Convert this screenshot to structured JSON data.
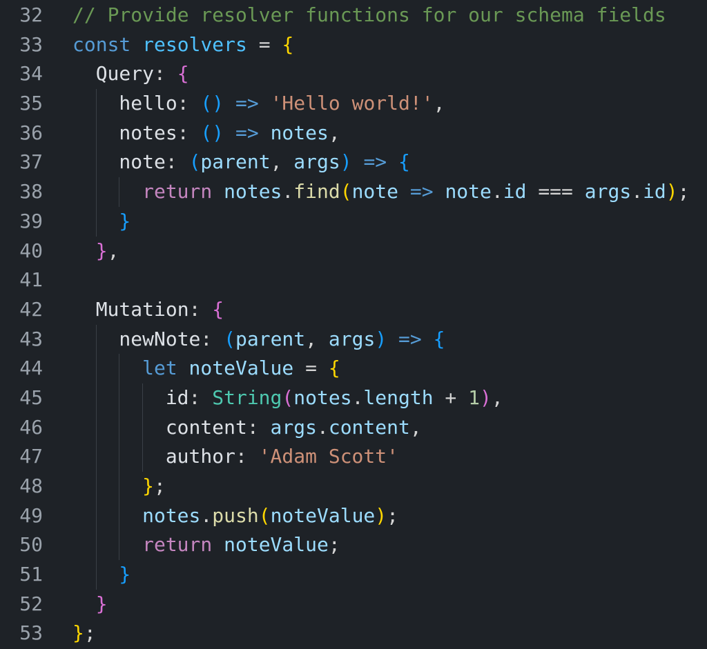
{
  "app": {
    "name": "code-editor"
  },
  "editor": {
    "colors": {
      "background": "#1e2227",
      "line_number": "#9aa2ab",
      "indent_guide": "#3a4047",
      "default_text": "#d4d4d4"
    },
    "palette": {
      "default": "#d4d4d4",
      "comment": "#6A9955",
      "keyword": "#569CD6",
      "control": "#C586C0",
      "string": "#CE9178",
      "function": "#DCDCAA",
      "class": "#4EC9B0",
      "variable": "#9CDCFE",
      "constvar": "#4FC1FF",
      "property": "#dde1e6",
      "number": "#B5CEA8",
      "bracket1": "#FFD700",
      "bracket2": "#DA70D6",
      "bracket3": "#179FFF"
    },
    "lines": [
      {
        "num": "32",
        "indent": 0,
        "tokens": [
          [
            "// Provide resolver functions for our schema fields",
            "comment"
          ]
        ]
      },
      {
        "num": "33",
        "indent": 0,
        "tokens": [
          [
            "const",
            "keyword"
          ],
          [
            " ",
            "default"
          ],
          [
            "resolvers",
            "constvar"
          ],
          [
            " = ",
            "default"
          ],
          [
            "{",
            "bracket1"
          ]
        ]
      },
      {
        "num": "34",
        "indent": 1,
        "tokens": [
          [
            "Query",
            "property"
          ],
          [
            ": ",
            "default"
          ],
          [
            "{",
            "bracket2"
          ]
        ]
      },
      {
        "num": "35",
        "indent": 2,
        "tokens": [
          [
            "hello",
            "property"
          ],
          [
            ": ",
            "default"
          ],
          [
            "()",
            "bracket3"
          ],
          [
            " ",
            "default"
          ],
          [
            "=>",
            "keyword"
          ],
          [
            " ",
            "default"
          ],
          [
            "'Hello world!'",
            "string"
          ],
          [
            ",",
            "default"
          ]
        ]
      },
      {
        "num": "36",
        "indent": 2,
        "tokens": [
          [
            "notes",
            "property"
          ],
          [
            ": ",
            "default"
          ],
          [
            "()",
            "bracket3"
          ],
          [
            " ",
            "default"
          ],
          [
            "=>",
            "keyword"
          ],
          [
            " ",
            "default"
          ],
          [
            "notes",
            "variable"
          ],
          [
            ",",
            "default"
          ]
        ]
      },
      {
        "num": "37",
        "indent": 2,
        "tokens": [
          [
            "note",
            "property"
          ],
          [
            ": ",
            "default"
          ],
          [
            "(",
            "bracket3"
          ],
          [
            "parent",
            "variable"
          ],
          [
            ", ",
            "default"
          ],
          [
            "args",
            "variable"
          ],
          [
            ")",
            "bracket3"
          ],
          [
            " ",
            "default"
          ],
          [
            "=>",
            "keyword"
          ],
          [
            " ",
            "default"
          ],
          [
            "{",
            "bracket3"
          ]
        ]
      },
      {
        "num": "38",
        "indent": 3,
        "tokens": [
          [
            "return",
            "control"
          ],
          [
            " ",
            "default"
          ],
          [
            "notes",
            "variable"
          ],
          [
            ".",
            "default"
          ],
          [
            "find",
            "function"
          ],
          [
            "(",
            "bracket1"
          ],
          [
            "note",
            "variable"
          ],
          [
            " ",
            "default"
          ],
          [
            "=>",
            "keyword"
          ],
          [
            " ",
            "default"
          ],
          [
            "note",
            "variable"
          ],
          [
            ".",
            "default"
          ],
          [
            "id",
            "variable"
          ],
          [
            " ",
            "default"
          ],
          [
            "===",
            "default"
          ],
          [
            " ",
            "default"
          ],
          [
            "args",
            "variable"
          ],
          [
            ".",
            "default"
          ],
          [
            "id",
            "variable"
          ],
          [
            ")",
            "bracket1"
          ],
          [
            ";",
            "default"
          ]
        ]
      },
      {
        "num": "39",
        "indent": 2,
        "tokens": [
          [
            "}",
            "bracket3"
          ]
        ]
      },
      {
        "num": "40",
        "indent": 1,
        "tokens": [
          [
            "}",
            "bracket2"
          ],
          [
            ",",
            "default"
          ]
        ]
      },
      {
        "num": "41",
        "indent": 0,
        "tokens": []
      },
      {
        "num": "42",
        "indent": 1,
        "tokens": [
          [
            "Mutation",
            "property"
          ],
          [
            ": ",
            "default"
          ],
          [
            "{",
            "bracket2"
          ]
        ]
      },
      {
        "num": "43",
        "indent": 2,
        "tokens": [
          [
            "newNote",
            "property"
          ],
          [
            ": ",
            "default"
          ],
          [
            "(",
            "bracket3"
          ],
          [
            "parent",
            "variable"
          ],
          [
            ", ",
            "default"
          ],
          [
            "args",
            "variable"
          ],
          [
            ")",
            "bracket3"
          ],
          [
            " ",
            "default"
          ],
          [
            "=>",
            "keyword"
          ],
          [
            " ",
            "default"
          ],
          [
            "{",
            "bracket3"
          ]
        ]
      },
      {
        "num": "44",
        "indent": 3,
        "tokens": [
          [
            "let",
            "keyword"
          ],
          [
            " ",
            "default"
          ],
          [
            "noteValue",
            "variable"
          ],
          [
            " = ",
            "default"
          ],
          [
            "{",
            "bracket1"
          ]
        ]
      },
      {
        "num": "45",
        "indent": 4,
        "tokens": [
          [
            "id",
            "property"
          ],
          [
            ": ",
            "default"
          ],
          [
            "String",
            "class"
          ],
          [
            "(",
            "bracket2"
          ],
          [
            "notes",
            "variable"
          ],
          [
            ".",
            "default"
          ],
          [
            "length",
            "variable"
          ],
          [
            " + ",
            "default"
          ],
          [
            "1",
            "number"
          ],
          [
            ")",
            "bracket2"
          ],
          [
            ",",
            "default"
          ]
        ]
      },
      {
        "num": "46",
        "indent": 4,
        "tokens": [
          [
            "content",
            "property"
          ],
          [
            ": ",
            "default"
          ],
          [
            "args",
            "variable"
          ],
          [
            ".",
            "default"
          ],
          [
            "content",
            "variable"
          ],
          [
            ",",
            "default"
          ]
        ]
      },
      {
        "num": "47",
        "indent": 4,
        "tokens": [
          [
            "author",
            "property"
          ],
          [
            ": ",
            "default"
          ],
          [
            "'Adam Scott'",
            "string"
          ]
        ]
      },
      {
        "num": "48",
        "indent": 3,
        "tokens": [
          [
            "}",
            "bracket1"
          ],
          [
            ";",
            "default"
          ]
        ]
      },
      {
        "num": "49",
        "indent": 3,
        "tokens": [
          [
            "notes",
            "variable"
          ],
          [
            ".",
            "default"
          ],
          [
            "push",
            "function"
          ],
          [
            "(",
            "bracket1"
          ],
          [
            "noteValue",
            "variable"
          ],
          [
            ")",
            "bracket1"
          ],
          [
            ";",
            "default"
          ]
        ]
      },
      {
        "num": "50",
        "indent": 3,
        "tokens": [
          [
            "return",
            "control"
          ],
          [
            " ",
            "default"
          ],
          [
            "noteValue",
            "variable"
          ],
          [
            ";",
            "default"
          ]
        ]
      },
      {
        "num": "51",
        "indent": 2,
        "tokens": [
          [
            "}",
            "bracket3"
          ]
        ]
      },
      {
        "num": "52",
        "indent": 1,
        "tokens": [
          [
            "}",
            "bracket2"
          ]
        ]
      },
      {
        "num": "53",
        "indent": 0,
        "tokens": [
          [
            "}",
            "bracket1"
          ],
          [
            ";",
            "default"
          ]
        ]
      }
    ]
  }
}
